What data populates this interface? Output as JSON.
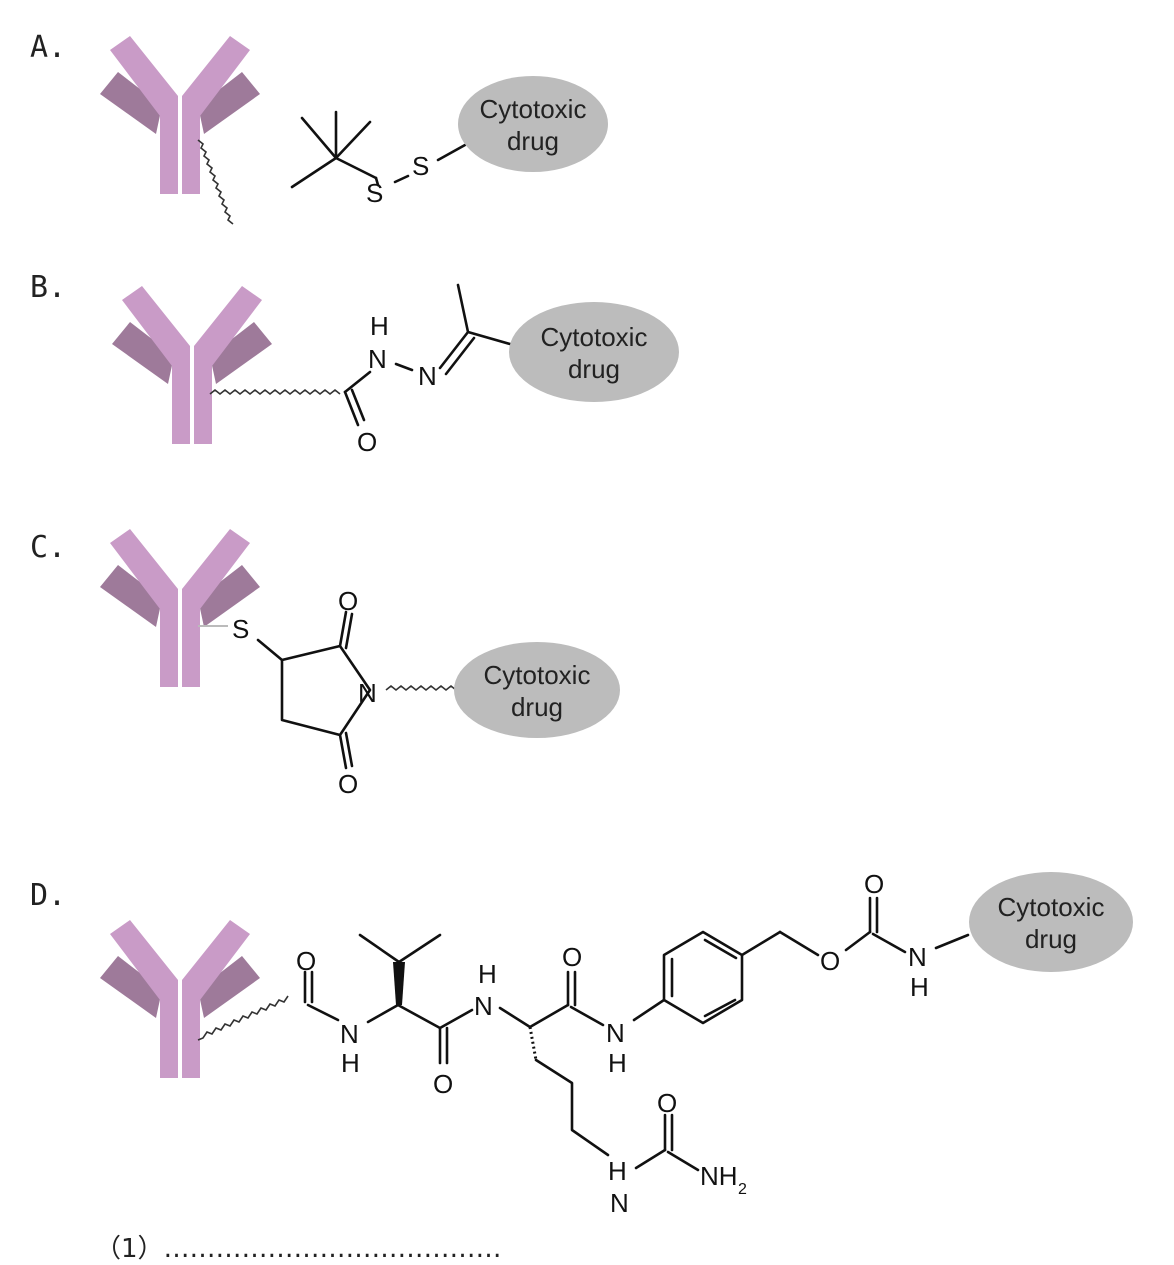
{
  "panels": [
    {
      "label": "A.",
      "drug_line1": "Cytotoxic",
      "drug_line2": "drug",
      "atoms": [
        "S",
        "S"
      ]
    },
    {
      "label": "B.",
      "drug_line1": "Cytotoxic",
      "drug_line2": "drug",
      "atoms": [
        "H",
        "N",
        "N",
        "O"
      ]
    },
    {
      "label": "C.",
      "drug_line1": "Cytotoxic",
      "drug_line2": "drug",
      "atoms": [
        "S",
        "O",
        "N",
        "O"
      ]
    },
    {
      "label": "D.",
      "drug_line1": "Cytotoxic",
      "drug_line2": "drug",
      "atoms": [
        "O",
        "N",
        "H",
        "O",
        "H",
        "N",
        "O",
        "N",
        "H",
        "O",
        "O",
        "N",
        "H",
        "O",
        "N",
        "H",
        "NH",
        "2"
      ]
    }
  ],
  "caption": "（1）…………………………………",
  "colors": {
    "antibody_light": "#c99bc7",
    "antibody_dark": "#9e7a9a",
    "drug_fill": "#bcbcbc"
  }
}
